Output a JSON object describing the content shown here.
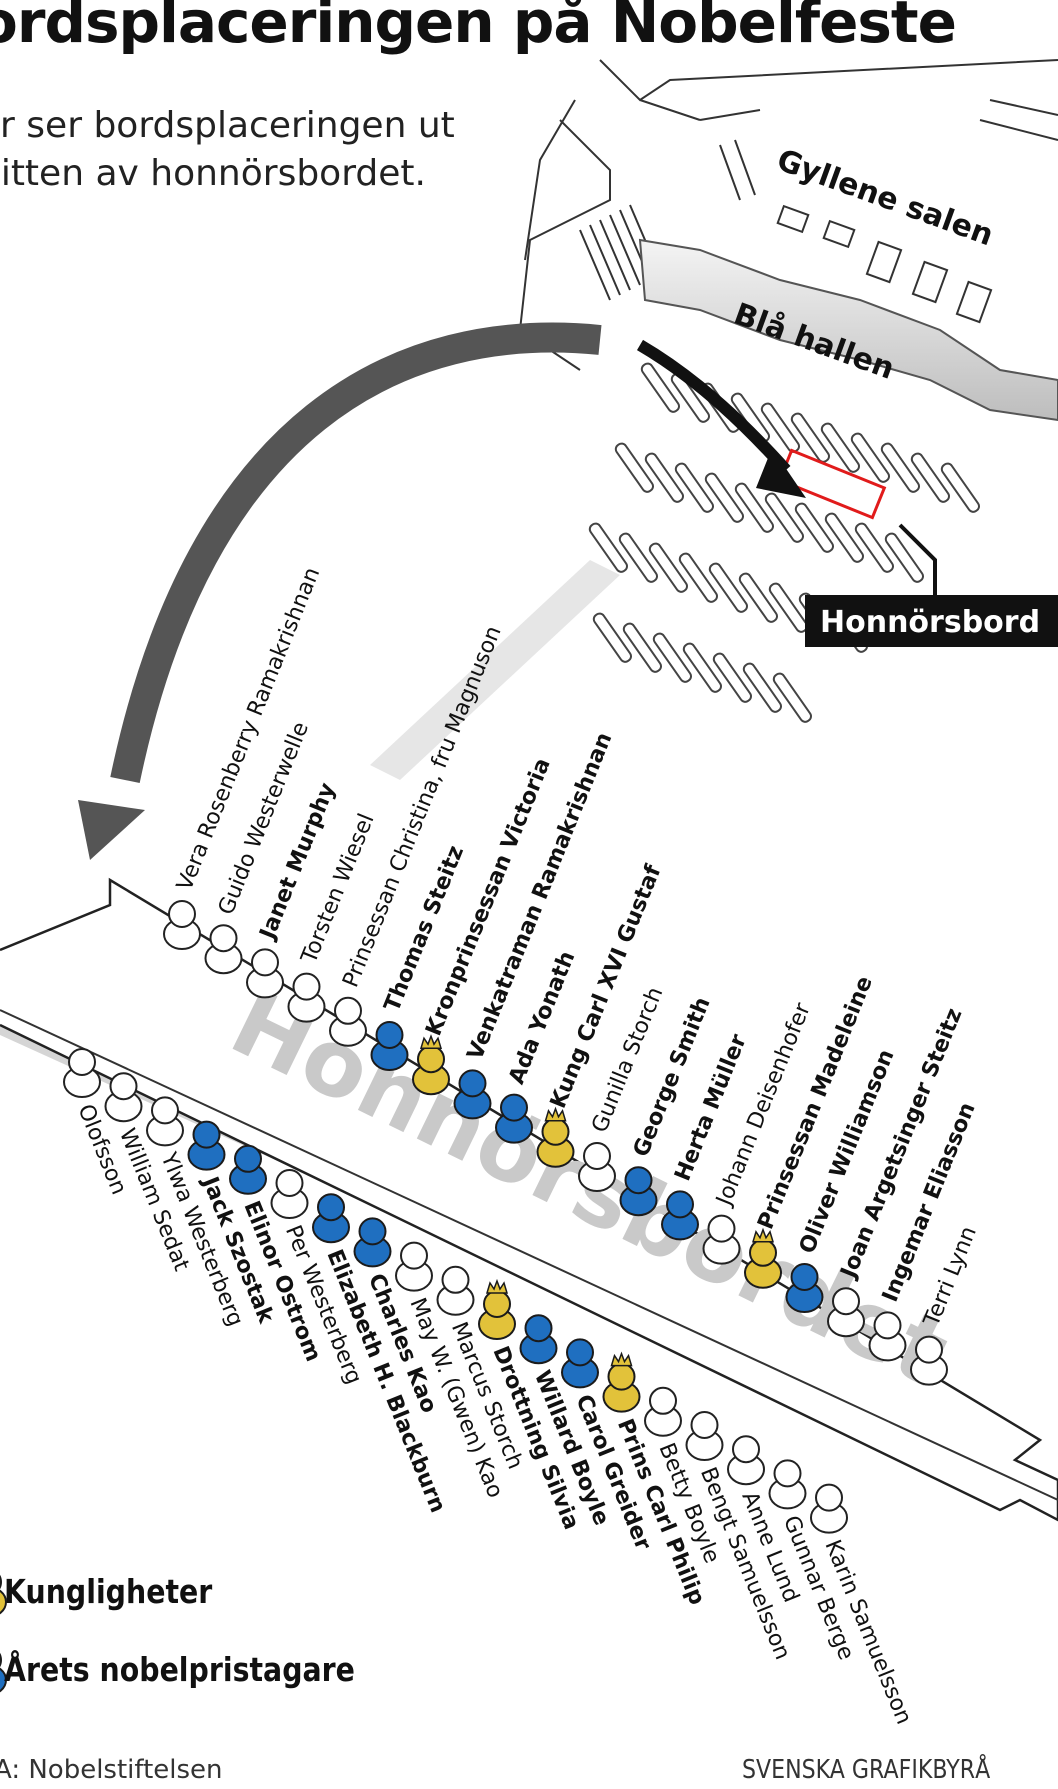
{
  "header": {
    "title": "ordsplaceringen på Nobelfeste",
    "subtitle_line1": "är ser bordsplaceringen ut",
    "subtitle_line2": "nitten av honnörsbordet."
  },
  "map": {
    "room_gold": "Gyllene salen",
    "room_blue": "Blå hallen",
    "highlight_label": "Honnörsbord"
  },
  "table": {
    "watermark": "Honnörsbordet"
  },
  "seating": {
    "upper_row": [
      {
        "name": "Vera Rosenberry Ramakrishnan",
        "type": "guest"
      },
      {
        "name": "Guido Westerwelle",
        "type": "guest"
      },
      {
        "name": "Janet Murphy",
        "type": "guest",
        "bold": true
      },
      {
        "name": "Torsten Wiesel",
        "type": "guest"
      },
      {
        "name": "Prinsessan Christina, fru Magnuson",
        "type": "guest"
      },
      {
        "name": "Thomas Steitz",
        "type": "laureate",
        "bold": true
      },
      {
        "name": "Kronprinsessan Victoria",
        "type": "royal",
        "bold": true
      },
      {
        "name": "Venkatraman Ramakrishnan",
        "type": "laureate",
        "bold": true
      },
      {
        "name": "Ada Yonath",
        "type": "laureate",
        "bold": true
      },
      {
        "name": "Kung Carl XVI Gustaf",
        "type": "royal",
        "bold": true
      },
      {
        "name": "Gunilla Storch",
        "type": "guest"
      },
      {
        "name": "George Smith",
        "type": "laureate",
        "bold": true
      },
      {
        "name": "Herta Müller",
        "type": "laureate",
        "bold": true
      },
      {
        "name": "Johann Deisenhofer",
        "type": "guest"
      },
      {
        "name": "Prinsessan Madeleine",
        "type": "royal",
        "bold": true
      },
      {
        "name": "Oliver Williamson",
        "type": "laureate",
        "bold": true
      },
      {
        "name": "Joan Argetsinger Steitz",
        "type": "guest",
        "bold": true
      },
      {
        "name": "Ingemar Eliasson",
        "type": "guest",
        "bold": true
      },
      {
        "name": "Terri Lynn",
        "type": "guest"
      }
    ],
    "lower_row": [
      {
        "name": "Olofsson",
        "type": "guest"
      },
      {
        "name": "William Sedat",
        "type": "guest"
      },
      {
        "name": "Ylwa Westerberg",
        "type": "guest"
      },
      {
        "name": "Jack Szostak",
        "type": "laureate",
        "bold": true
      },
      {
        "name": "Elinor Ostrom",
        "type": "laureate",
        "bold": true
      },
      {
        "name": "Per Westerberg",
        "type": "guest"
      },
      {
        "name": "Elizabeth H. Blackburn",
        "type": "laureate",
        "bold": true
      },
      {
        "name": "Charles Kao",
        "type": "laureate",
        "bold": true
      },
      {
        "name": "May W. (Gwen) Kao",
        "type": "guest"
      },
      {
        "name": "Marcus Storch",
        "type": "guest"
      },
      {
        "name": "Drottning Silvia",
        "type": "royal",
        "bold": true
      },
      {
        "name": "Willard Boyle",
        "type": "laureate",
        "bold": true
      },
      {
        "name": "Carol Greider",
        "type": "laureate",
        "bold": true
      },
      {
        "name": "Prins Carl Philip",
        "type": "royal",
        "bold": true
      },
      {
        "name": "Betty Boyle",
        "type": "guest"
      },
      {
        "name": "Bengt Samuelsson",
        "type": "guest"
      },
      {
        "name": "Anne Lund",
        "type": "guest"
      },
      {
        "name": "Gunnar Berge",
        "type": "guest"
      },
      {
        "name": "Karin Samuelsson",
        "type": "guest"
      }
    ]
  },
  "legend": {
    "royal_label": "Kungligheter",
    "laureate_label": "Årets nobelpristagare"
  },
  "footer": {
    "source": "A: Nobelstiftelsen",
    "credit": "SVENSKA GRAFIKBYRÅ"
  },
  "colors": {
    "laureate": "#1f6fc0",
    "royal": "#e2c23a",
    "guest_fill": "#ffffff",
    "outline": "#222222",
    "highlight": "#e11b1b",
    "watermark": "#c9c9c9"
  }
}
